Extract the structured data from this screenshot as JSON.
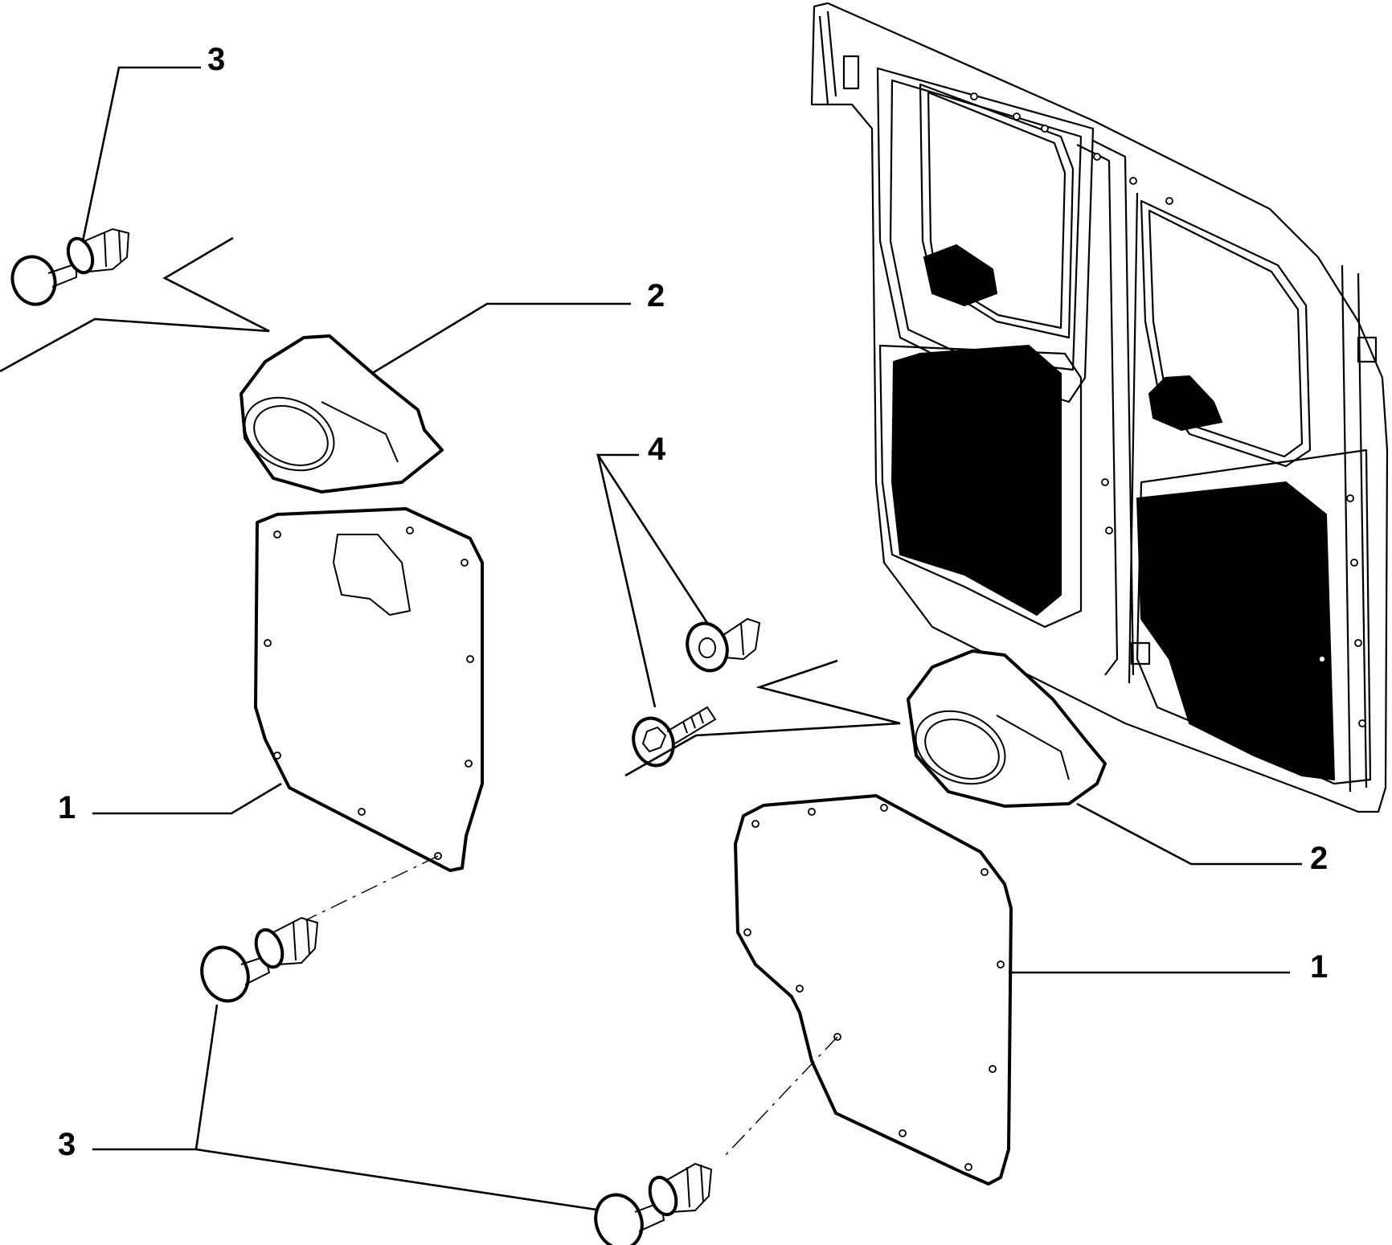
{
  "callouts": {
    "left_top_clip": "3",
    "left_cap": "2",
    "left_panel": "1",
    "bottom_clips": "3",
    "center_fasteners": "4",
    "right_cap": "2",
    "right_panel": "1"
  },
  "icons": {
    "push_clip": "push-clip-icon",
    "torx_screw": "torx-screw-icon",
    "break_line": "break-line-icon"
  }
}
